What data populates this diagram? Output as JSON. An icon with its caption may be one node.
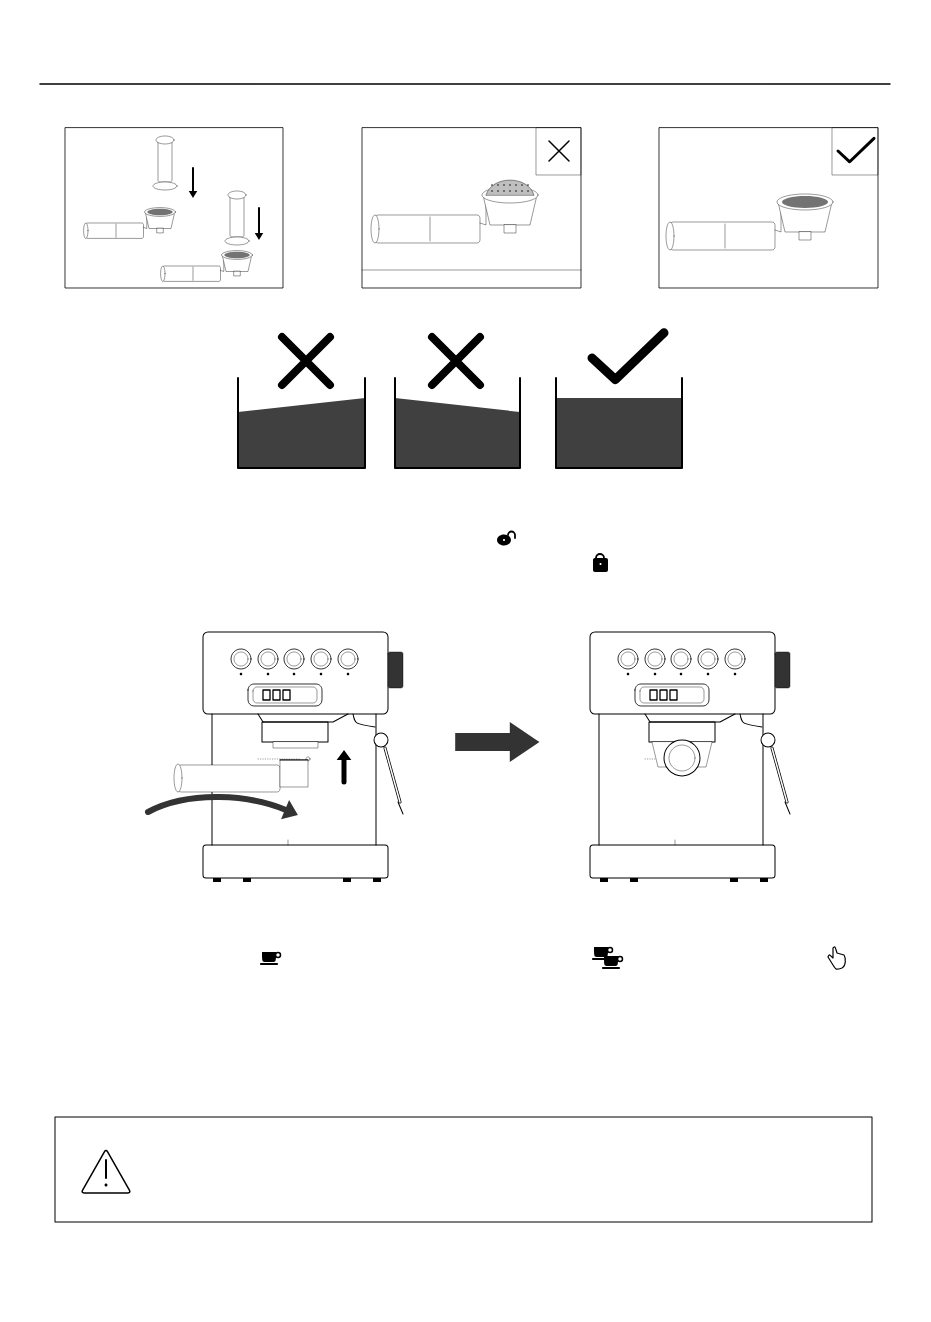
{
  "diagram": {
    "nodes": [
      {
        "text": [],
        "shape": "picture"
      },
      {
        "text": [],
        "shape": "picture"
      }
    ],
    "edges": [
      {
        "from": 0,
        "to": 1,
        "arrow": "to"
      }
    ]
  }
}
